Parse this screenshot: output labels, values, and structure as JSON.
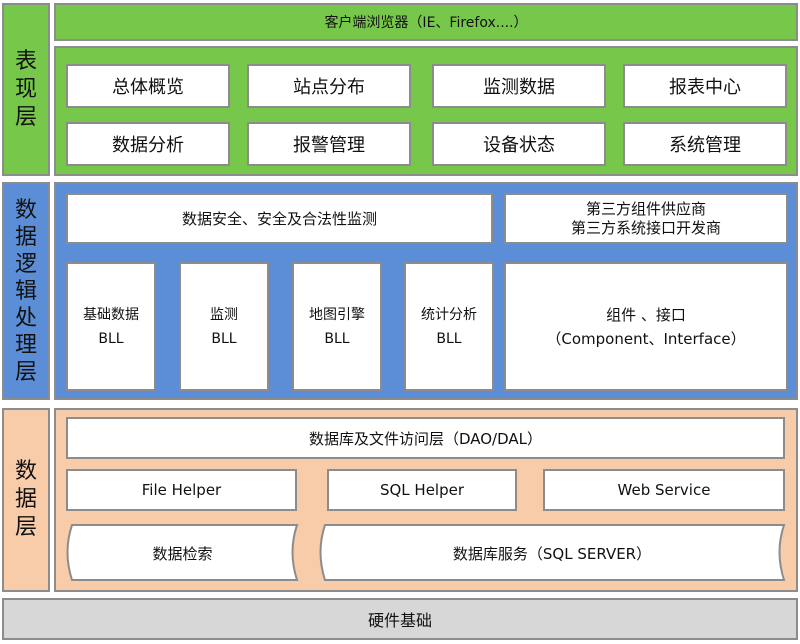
{
  "presentation": {
    "side_label": "表现层",
    "client_browser": "客户端浏览器（IE、Firefox....）",
    "modules_row1": [
      "总体概览",
      "站点分布",
      "监测数据",
      "报表中心"
    ],
    "modules_row2": [
      "数据分析",
      "报警管理",
      "设备状态",
      "系统管理"
    ]
  },
  "logic": {
    "side_label": "数据逻辑处理层",
    "security": "数据安全、安全及合法性监测",
    "third_party_line1": "第三方组件供应商",
    "third_party_line2": "第三方系统接口开发商",
    "bll_suffix": "BLL",
    "bll_modules": [
      "基础数据",
      "监测",
      "地图引擎",
      "统计分析"
    ],
    "component_line1": "组件 、接口",
    "component_line2": "（Component、Interface）"
  },
  "data_layer": {
    "side_label": "数据层",
    "dao": "数据库及文件访问层（DAO/DAL）",
    "helpers": [
      "File Helper",
      "SQL Helper",
      "Web Service"
    ],
    "retrieval": "数据检索",
    "db_service": "数据库服务（SQL SERVER）"
  },
  "hardware": {
    "label": "硬件基础"
  },
  "colors": {
    "presentation": "#77c84a",
    "logic": "#5b8ed6",
    "data": "#f8cba9",
    "hardware": "#d7d7d7"
  }
}
